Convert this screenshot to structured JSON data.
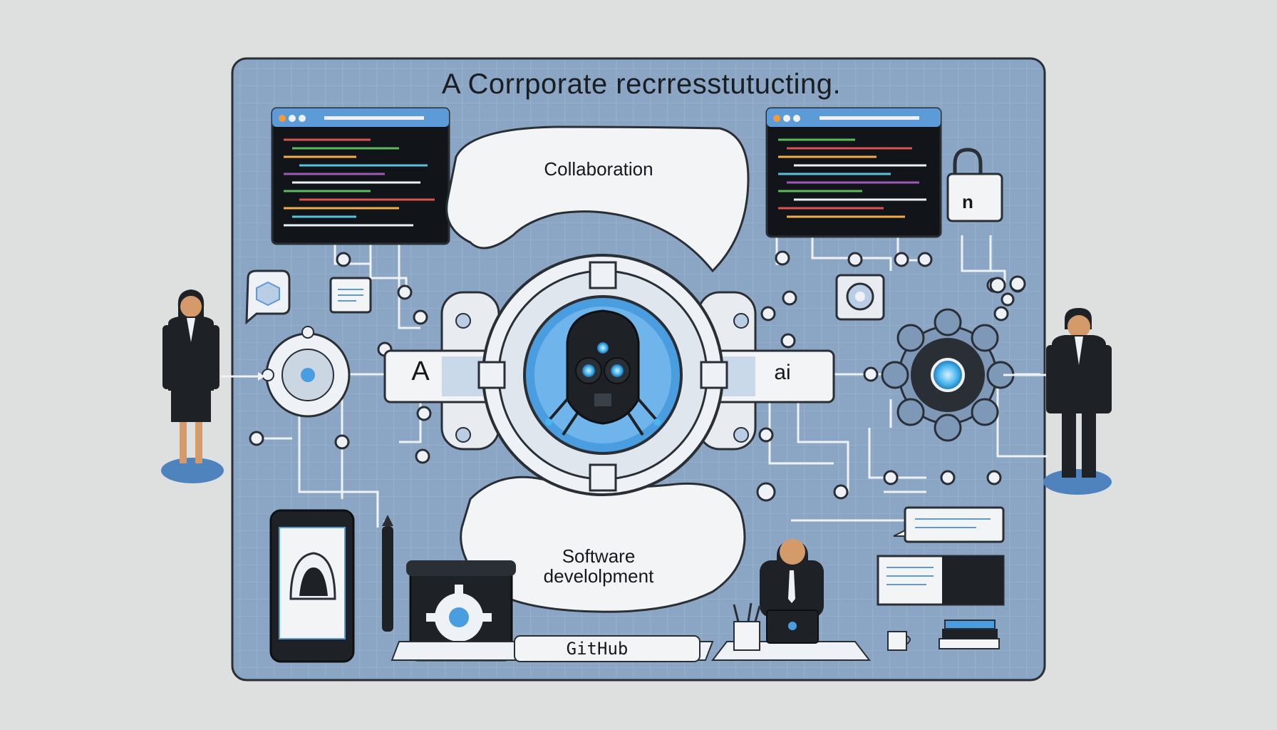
{
  "title": "A Corrporate recrresstutucting.",
  "labels": {
    "collaboration": "Collaboration",
    "software": "Software",
    "development": "develolpment",
    "a": "A",
    "ai": "ai",
    "github": "GitHub",
    "lock": "n"
  },
  "colors": {
    "background": "#dde0df",
    "panel": "#8ba6c4",
    "accent": "#53a6e3",
    "dark": "#1a1d21",
    "white": "#f3f4f6"
  }
}
